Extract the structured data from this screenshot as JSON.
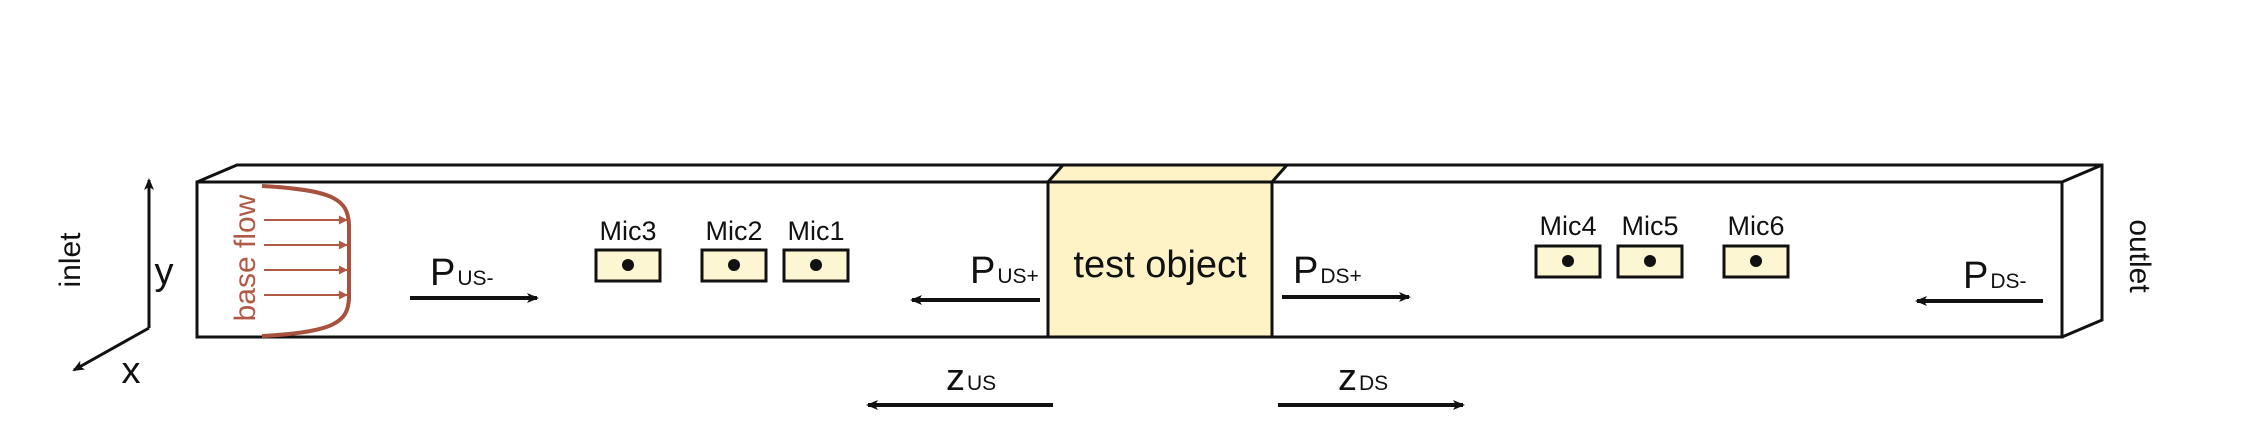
{
  "diagram": {
    "labels": {
      "inlet": "inlet",
      "outlet": "outlet",
      "axis_y": "y",
      "axis_x": "x",
      "base_flow": "base flow",
      "test_object": "test object"
    },
    "microphones": [
      {
        "id": "mic1",
        "label": "Mic1"
      },
      {
        "id": "mic2",
        "label": "Mic2"
      },
      {
        "id": "mic3",
        "label": "Mic3"
      },
      {
        "id": "mic4",
        "label": "Mic4"
      },
      {
        "id": "mic5",
        "label": "Mic5"
      },
      {
        "id": "mic6",
        "label": "Mic6"
      }
    ],
    "waves": {
      "us_minus": {
        "main": "P",
        "sub": "US-"
      },
      "us_plus": {
        "main": "P",
        "sub": "US+"
      },
      "ds_plus": {
        "main": "P",
        "sub": "DS+"
      },
      "ds_minus": {
        "main": "P",
        "sub": "DS-"
      }
    },
    "coords": {
      "z_us": {
        "main": "z",
        "sub": "US"
      },
      "z_ds": {
        "main": "z",
        "sub": "DS"
      }
    },
    "colors": {
      "line": "#111111",
      "test_object_fill": "#fdf3c6",
      "mic_fill": "#fdf6d2",
      "base_flow": "#b05a45"
    }
  }
}
